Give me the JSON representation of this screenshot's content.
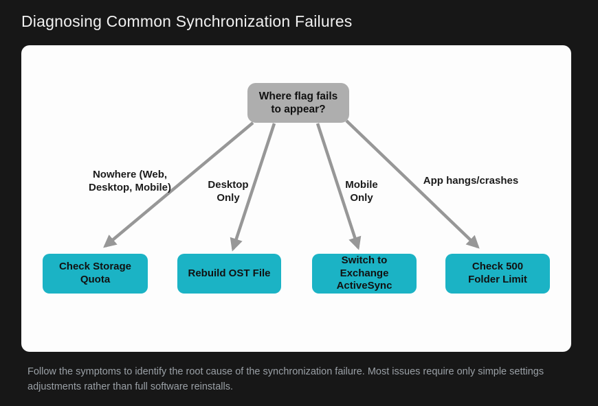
{
  "header": {
    "title": "Diagnosing Common Synchronization Failures"
  },
  "diagram": {
    "root_label": "Where flag fails to appear?",
    "branches": [
      {
        "condition": "Nowhere (Web, Desktop, Mobile)",
        "action": "Check Storage Quota"
      },
      {
        "condition": "Desktop Only",
        "action": "Rebuild OST File"
      },
      {
        "condition": "Mobile Only",
        "action": "Switch to Exchange ActiveSync"
      },
      {
        "condition": "App hangs/crashes",
        "action": "Check 500 Folder Limit"
      }
    ],
    "colors": {
      "background": "#171717",
      "canvas": "#fdfdfd",
      "root_node_fill": "#aeaeae",
      "action_node_fill": "#1bb3c5",
      "arrow": "#979797",
      "node_text": "#111111",
      "title_text": "#f1f1f1",
      "caption_text": "#9aa0a6"
    }
  },
  "footer": {
    "caption": "Follow the symptoms to identify the root cause of the synchronization failure. Most issues require only simple settings adjustments rather than full software reinstalls."
  }
}
